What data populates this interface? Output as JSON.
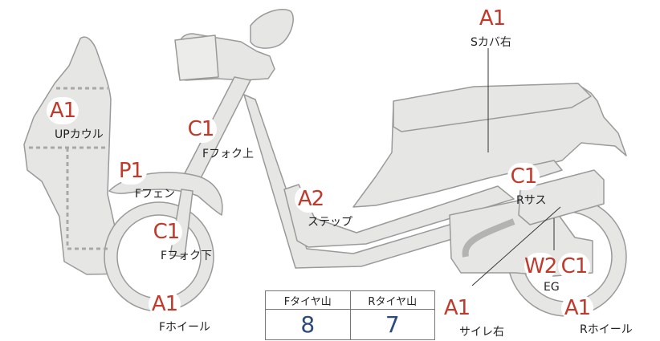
{
  "colors": {
    "badge_text": "#c0392b",
    "part_fill": "#e6e6e4",
    "part_stroke": "#9a9a98",
    "value_text": "#2c4a7a"
  },
  "parts": [
    {
      "grade": "A1",
      "name": "Sカバ右"
    },
    {
      "grade": "A1",
      "name": "UPカウル"
    },
    {
      "grade": "C1",
      "name": "Fフォク上"
    },
    {
      "grade": "P1",
      "name": "Fフェン"
    },
    {
      "grade": "A2",
      "name": "ステップ"
    },
    {
      "grade": "C1",
      "name": "Rサス"
    },
    {
      "grade": "C1",
      "name": "Fフォク下"
    },
    {
      "grade": "W2",
      "name": "EG"
    },
    {
      "grade": "C1",
      "name": ""
    },
    {
      "grade": "A1",
      "name": "Fホイール"
    },
    {
      "grade": "A1",
      "name": "サイレ右"
    },
    {
      "grade": "A1",
      "name": "Rホイール"
    }
  ],
  "tread_table": {
    "front_header": "Fタイヤ山",
    "rear_header": "Rタイヤ山",
    "front_value": "8",
    "rear_value": "7"
  }
}
